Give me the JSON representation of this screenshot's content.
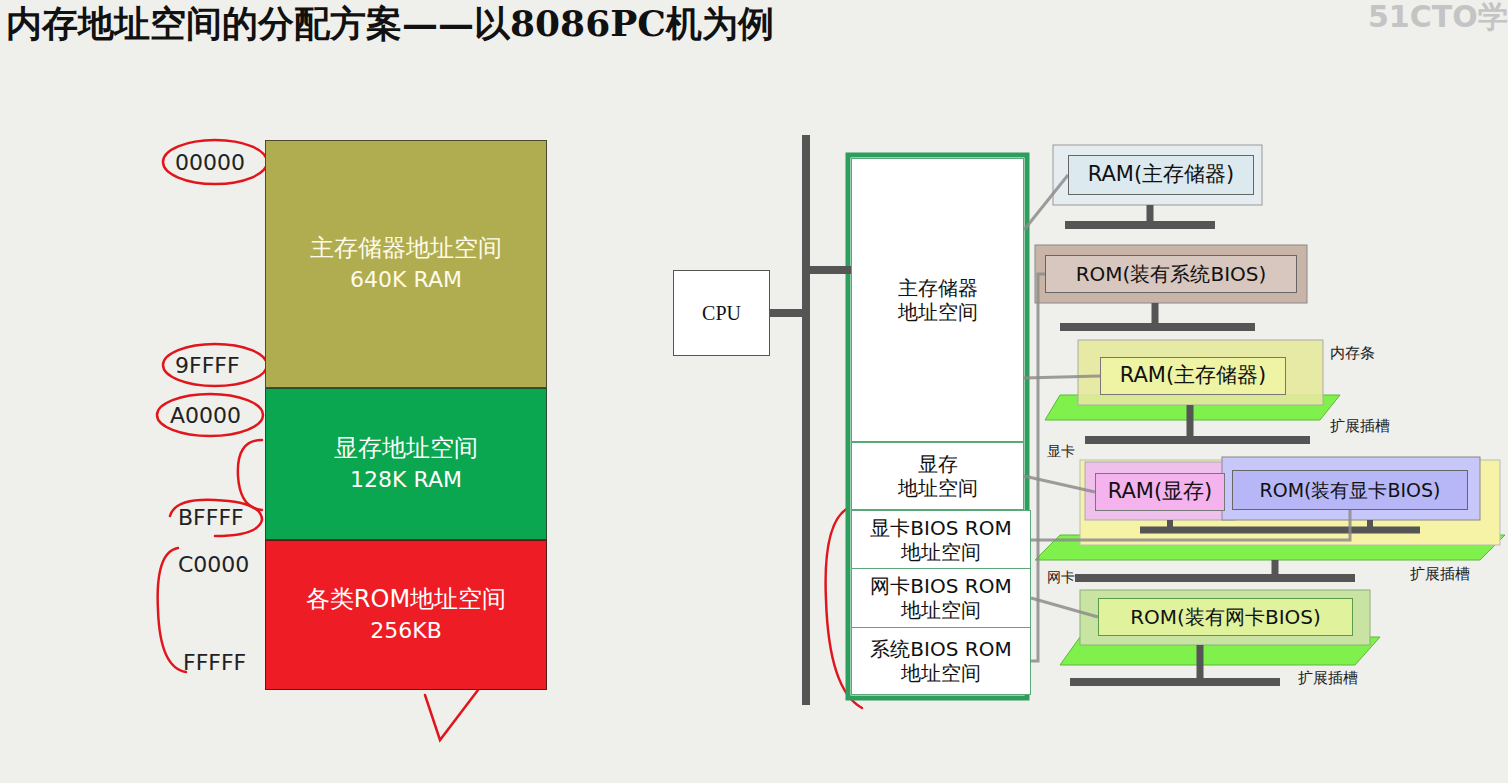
{
  "diagram": {
    "title": "内存地址空间的分配方案——以8086PC机为例",
    "nodes": [
      {
        "text": [
          "主存储器地址空间",
          "640K RAM"
        ]
      },
      {
        "text": [
          "显存地址空间",
          "128K RAM"
        ]
      },
      {
        "text": [
          "各类ROM地址空间",
          "256KB"
        ]
      },
      {
        "text": [
          "CPU"
        ]
      },
      {
        "text": [
          "主存储器 地址空间"
        ]
      },
      {
        "text": [
          "显存 地址空间"
        ]
      },
      {
        "text": [
          "显卡BIOS ROM 地址空间"
        ]
      },
      {
        "text": [
          "网卡BIOS ROM 地址空间"
        ]
      },
      {
        "text": [
          "系统BIOS ROM 地址空间"
        ]
      },
      {
        "text": [
          "RAM(主存储器)"
        ]
      },
      {
        "text": [
          "ROM(装有系统BIOS)"
        ]
      },
      {
        "text": [
          "RAM(主存储器)"
        ]
      },
      {
        "text": [
          "RAM(显存)"
        ]
      },
      {
        "text": [
          "ROM(装有显卡BIOS)"
        ]
      },
      {
        "text": [
          "ROM(装有网卡BIOS)"
        ]
      }
    ],
    "edges": [
      {
        "from": 3,
        "to": 4,
        "arrow": "none"
      },
      {
        "from": 4,
        "to": 9,
        "arrow": "none"
      },
      {
        "from": 8,
        "to": 10,
        "arrow": "none"
      },
      {
        "from": 4,
        "to": 11,
        "arrow": "none"
      },
      {
        "from": 5,
        "to": 12,
        "arrow": "none"
      },
      {
        "from": 6,
        "to": 13,
        "arrow": "none"
      },
      {
        "from": 7,
        "to": 14,
        "arrow": "none"
      }
    ],
    "labels": [
      "00000",
      "9FFFF",
      "A0000",
      "BFFFF",
      "C0000",
      "FFFFF",
      "内存条",
      "扩展插槽",
      "显卡",
      "扩展插槽",
      "网卡",
      "扩展插槽",
      "51CTO学"
    ]
  }
}
